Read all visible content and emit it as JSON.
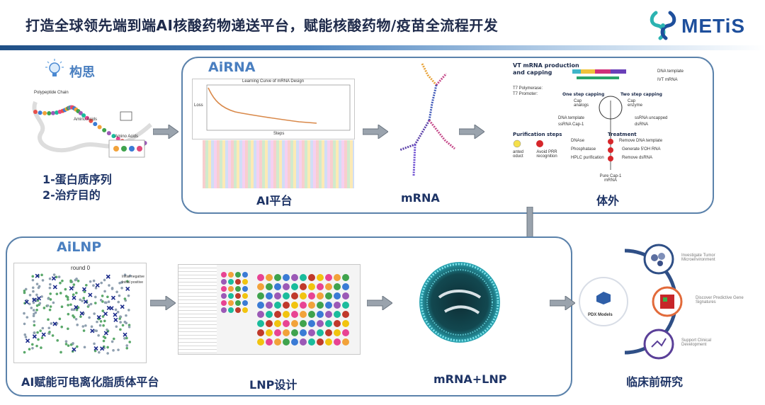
{
  "header": {
    "title": "打造全球领先端到端AI核酸药物递送平台，赋能核酸药物/疫苗全流程开发",
    "logo_text": "METiS"
  },
  "concept": {
    "heading": "构思",
    "item1": "1-蛋白质序列",
    "item2": "2-治疗目的",
    "protein_fig": {
      "label_chain": "Polypeptide Chain",
      "label_amino1": "Amino Acids",
      "label_amino2": "Amino Acids"
    }
  },
  "airna": {
    "title": "AiRNA",
    "label_platform": "AI平台",
    "label_mrna": "mRNA",
    "label_invitro": "体外",
    "curve": {
      "title": "Learning Curve of mRNA Design",
      "xlabel": "Steps",
      "ylabel": "Loss"
    },
    "ivt": {
      "title1": "VT mRNA production",
      "title2": "and capping",
      "dna_template": "DNA template",
      "ivt_mrna": "IVT mRNA",
      "t7_pol": "T7 Polymerase:",
      "t7_prom": "T7 Promoter:",
      "one_step": "One step capping",
      "two_step": "Two step capping",
      "cap_analogs": "Cap analogs",
      "cap_enzyme": "Cap enzyme",
      "dna_template2": "DNA template",
      "ssrna_cap": "ssRNA Cap-1",
      "ssrna_uncapped": "ssRNA uncapped",
      "dsrna": "dsRNA",
      "purification": "Purification steps",
      "treatment": "Treatment",
      "granted": "anted oduct",
      "avoid": "Avoid PRR recognition",
      "dnase": "DNAse",
      "phosphatase": "Phosphatase",
      "hplc": "HPLC purification",
      "remove_dna": "Remove DNA template",
      "gen_5oh": "Generate 5'OH RNA",
      "remove_ds": "Remove dsRNA",
      "pure_cap": "Pure Cap-1 mRNA"
    }
  },
  "ailnp": {
    "title": "AiLNP",
    "label_platform": "AI赋能可电离化脂质体平台",
    "label_design": "LNP设计",
    "label_combo": "mRNA+LNP",
    "scatter": {
      "title": "round 0",
      "legend_neg": "Initial negative",
      "legend_pos": "Initial positive"
    }
  },
  "preclinical": {
    "label": "临床前研究",
    "center": "PDX Models",
    "item1": "Investigate Tumor Microenvironment",
    "item2": "Discover Predictive Gene Signatures",
    "item3": "Support Clinical Development"
  },
  "colors": {
    "panel_border": "#5b82ab",
    "panel_title": "#4a7fc0",
    "label": "#1e3466",
    "arrow_fill": "#9aa3ad"
  }
}
